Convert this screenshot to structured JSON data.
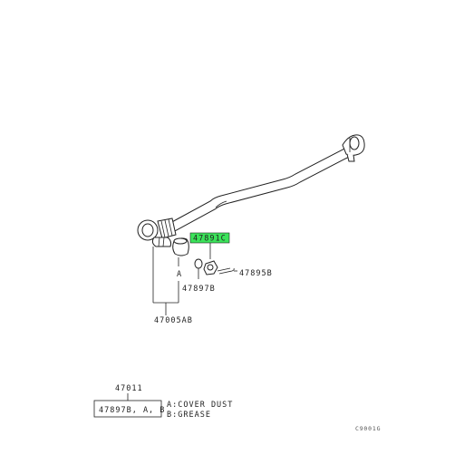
{
  "callouts": {
    "highlight": "47891C",
    "cotter_pin": "47895B",
    "bushing": "47897B",
    "end_assembly": "47005AB",
    "mark_a": "A"
  },
  "legend": {
    "assembly_number": "47011",
    "kit_box": "47897B, A, B",
    "notes": [
      "A:COVER DUST",
      "B:GREASE"
    ]
  },
  "figure_code": "C9001G",
  "colors": {
    "highlight_fill": "#3be35a",
    "line": "#222222"
  }
}
